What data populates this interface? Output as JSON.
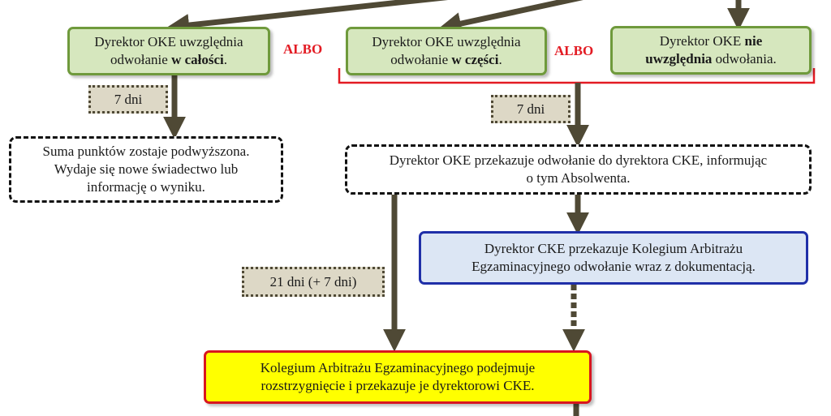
{
  "colors": {
    "arrow": "#4f4935",
    "albo": "#e31b23",
    "brace": "#e31b23",
    "green_fill": "#d6e7be",
    "green_border": "#6f9a3c",
    "blue_fill": "#dce6f4",
    "blue_border": "#1f2fa8",
    "yellow_fill": "#ffff00",
    "yellow_border": "#d8161f"
  },
  "separators": {
    "albo_1": "ALBO",
    "albo_2": "ALBO"
  },
  "nodes": {
    "decision_full": {
      "pre": "Dyrektor OKE uwzględnia",
      "line2_pre": "odwołanie ",
      "bold": "w całości",
      "post": "."
    },
    "decision_partial": {
      "pre": "Dyrektor OKE uwzględnia",
      "line2_pre": "odwołanie ",
      "bold": "w części",
      "post": "."
    },
    "decision_reject": {
      "pre": "Dyrektor OKE ",
      "bold1": "nie",
      "bold2": "uwzględnia",
      "post": " odwołania."
    },
    "points_raised": {
      "line1": "Suma punktów zostaje podwyższona.",
      "line2": "Wydaje się nowe świadectwo lub",
      "line3": "informację o wyniku."
    },
    "oke_forward": {
      "line1": "Dyrektor OKE przekazuje odwołanie do dyrektora CKE, informując",
      "line2": "o tym Absolwenta."
    },
    "cke_forward": {
      "line1": "Dyrektor CKE przekazuje Kolegium Arbitrażu",
      "line2": "Egzaminacyjnego odwołanie wraz z dokumentacją."
    },
    "kae_decision": {
      "line1": "Kolegium Arbitrażu Egzaminacyjnego podejmuje",
      "line2": "rozstrzygnięcie i przekazuje je dyrektorowi CKE."
    }
  },
  "durations": {
    "left": "7 dni",
    "right": "7 dni",
    "long": "21 dni (+ 7 dni)"
  }
}
